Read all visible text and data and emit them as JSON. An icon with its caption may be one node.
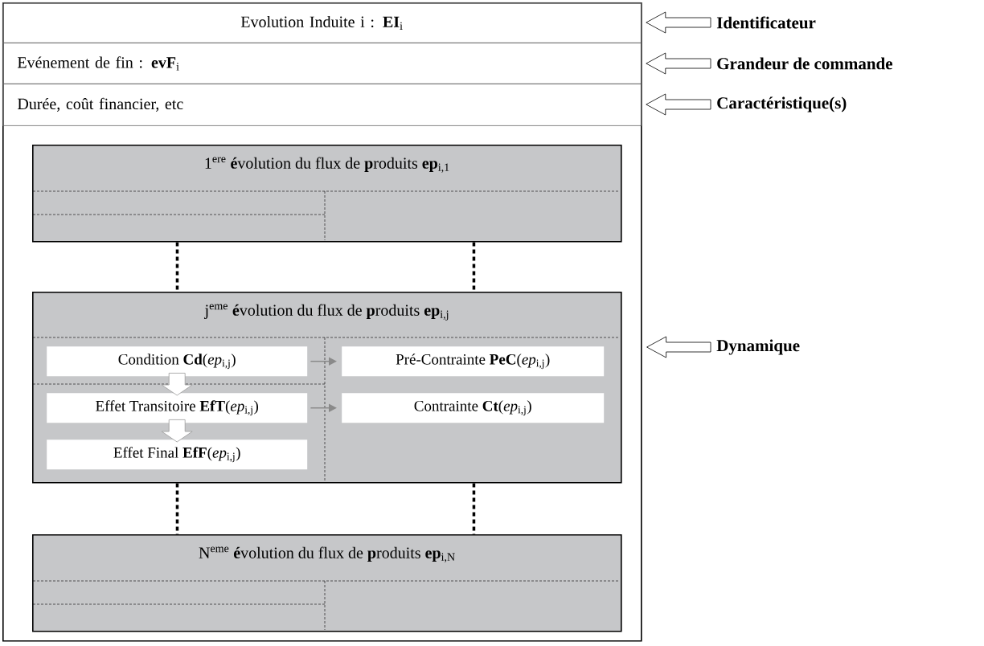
{
  "diagram": {
    "nodes": [
      {
        "text": [],
        "shape": "box"
      },
      {
        "text": [
          "Evolution Induite i : **EI**$_{i}$"
        ],
        "in": 0
      },
      {
        "text": [
          "Evénement de fin : **evF**$_{i}$"
        ],
        "in": 0
      },
      {
        "text": [
          "Durée, coût financier, etc"
        ],
        "in": 0
      },
      {
        "text": [
          "1$^{ere}$ **é**volution du flux de **p**roduits **ep**$_{i,1}$"
        ],
        "in": 0
      },
      {
        "text": [
          "j$^{eme}$ **é**volution du flux de **p**roduits **ep**$_{i,j}$"
        ],
        "in": 0
      },
      {
        "text": [
          "Condition **Cd**(*ep*$_{i,j}$)"
        ],
        "in": 5
      },
      {
        "text": [
          "Effet Transitoire **EfT**(*ep*$_{i,j}$)"
        ],
        "in": 5
      },
      {
        "text": [
          "Effet Final **EfF**(*ep*$_{i,j}$)"
        ],
        "in": 5
      },
      {
        "text": [
          "Pré-Contrainte **PeC**(*ep*$_{i,j}$)"
        ],
        "in": 5
      },
      {
        "text": [
          "Contrainte **Ct**(*ep*$_{i,j}$)"
        ],
        "in": 5
      },
      {
        "text": [
          "N$^{eme}$ **é**volution du flux de **p**roduits **ep**$_{i,N}$"
        ],
        "in": 0
      },
      {
        "text": [
          "Identificateur"
        ]
      },
      {
        "text": [
          "Grandeur de commande"
        ]
      },
      {
        "text": [
          "Caractéristique(s)"
        ]
      },
      {
        "text": [
          "Dynamique"
        ]
      }
    ],
    "edges": [
      {
        "from": 12,
        "to": 1,
        "arrow": "to",
        "style": "thick"
      },
      {
        "from": 13,
        "to": 2,
        "arrow": "to",
        "style": "thick"
      },
      {
        "from": 14,
        "to": 3,
        "arrow": "to",
        "style": "thick"
      },
      {
        "from": 15,
        "to": 0,
        "arrow": "to",
        "style": "thick"
      },
      {
        "from": 4,
        "to": 5,
        "arrow": "none",
        "style": "dashed"
      },
      {
        "from": 4,
        "to": 5,
        "arrow": "none",
        "style": "dashed"
      },
      {
        "from": 6,
        "to": 7,
        "arrow": "to",
        "style": "thick",
        "color": "#9a9a9a"
      },
      {
        "from": 7,
        "to": 8,
        "arrow": "to",
        "style": "thick",
        "color": "#9a9a9a"
      },
      {
        "from": 6,
        "to": 9,
        "arrow": "to",
        "color": "#8a8a8a"
      },
      {
        "from": 7,
        "to": 10,
        "arrow": "to",
        "color": "#8a8a8a"
      },
      {
        "from": 5,
        "to": 11,
        "arrow": "none",
        "style": "dashed"
      },
      {
        "from": 5,
        "to": 11,
        "arrow": "none",
        "style": "dashed"
      }
    ]
  }
}
